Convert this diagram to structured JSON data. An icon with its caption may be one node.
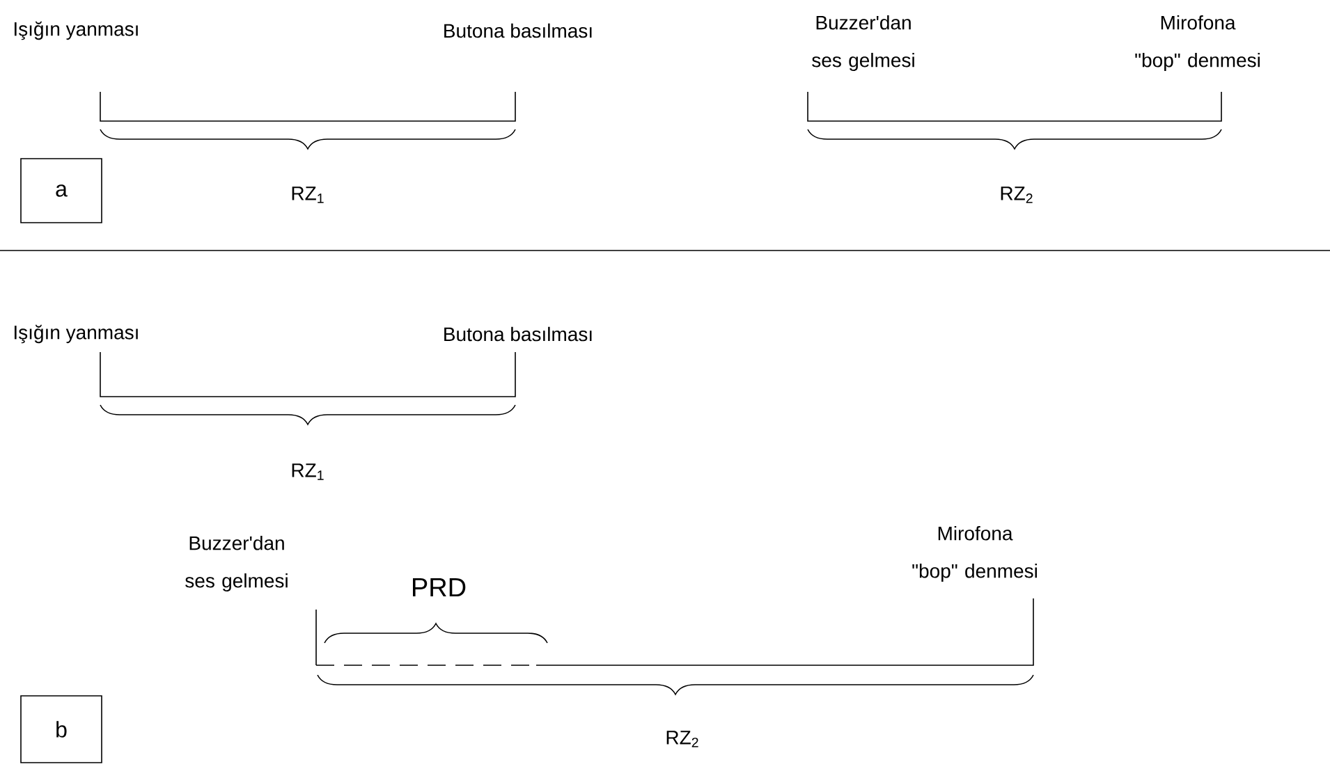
{
  "diagram": {
    "nodes": [
      {
        "text": [
          "a"
        ]
      },
      {
        "text": [
          "b"
        ]
      }
    ],
    "labels": [
      "Işığın yanması",
      "Butona basılması",
      "Buzzer'dan ses gelmesi",
      "Mirofona \"bop\" denmesi",
      "RZ$_{1}$",
      "RZ$_{2}$",
      "Işığın yanması",
      "Butona basılması",
      "RZ$_{1}$",
      "Buzzer'dan ses gelmesi",
      "PRD",
      "Mirofona \"bop\" denmesi",
      "RZ$_{2}$"
    ]
  }
}
